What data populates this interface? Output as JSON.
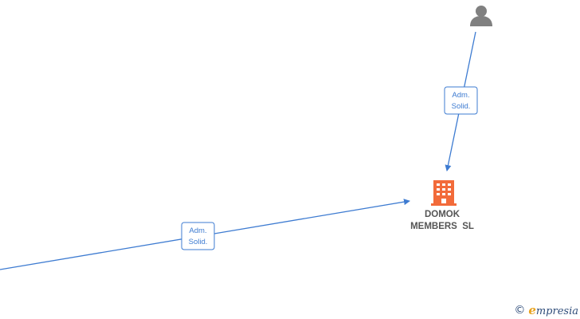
{
  "company": {
    "name_line1": "DOMOK",
    "name_line2": "MEMBERS  SL",
    "icon": "building-icon",
    "color": "#f26b3a"
  },
  "person": {
    "icon": "person-icon",
    "color": "#808080"
  },
  "edges": [
    {
      "from": "person",
      "to": "company",
      "label_line1": "Adm.",
      "label_line2": "Solid."
    },
    {
      "from": "offscreen",
      "to": "company",
      "label_line1": "Adm.",
      "label_line2": "Solid."
    }
  ],
  "edge_color": "#3d7bd1",
  "watermark": {
    "copyright": "©",
    "brand_initial": "e",
    "brand_rest": "mpresia"
  }
}
